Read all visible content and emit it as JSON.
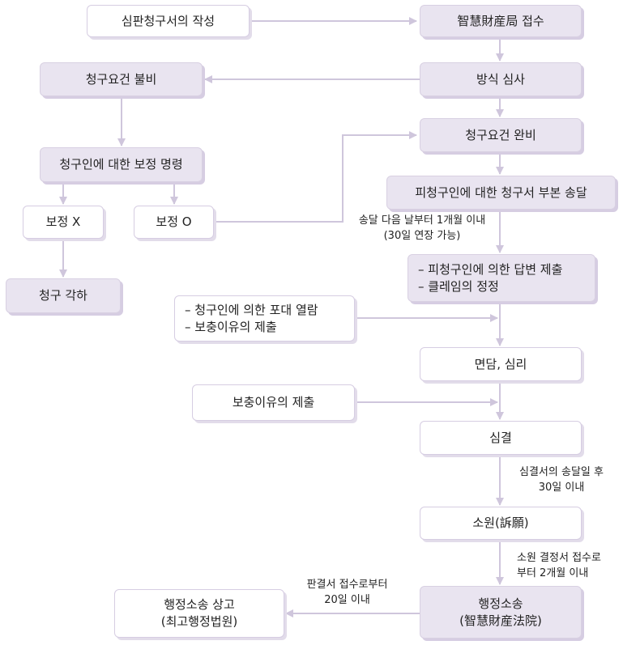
{
  "colors": {
    "box_fill": "#e9e4f0",
    "box_border": "#d6cde2",
    "arrow": "#cfc6dc",
    "text": "#222222"
  },
  "boxes": {
    "petition_writing": "심판청구서의 작성",
    "ipo_receipt": "智慧財産局 접수",
    "formality_exam": "방식 심사",
    "requirements_incomplete": "청구요건 불비",
    "requirements_complete": "청구요건 완비",
    "correction_order": "청구인에 대한 보정 명령",
    "copy_service": "피청구인에 대한 청구서 부본 송달",
    "correction_no": "보정 X",
    "correction_yes": "보정 O",
    "dismissal": "청구 각하",
    "respondent_submission": [
      "– 피청구인에 의한 답변 제출",
      "– 클레임의 정정"
    ],
    "petitioner_submission": [
      "– 청구인에 의한 포대 열람",
      "– 보충이유의 제출"
    ],
    "hearing": "면담, 심리",
    "supplement_reasons": "보충이유의 제출",
    "decision": "심결",
    "appeal": "소원(訴願)",
    "admin_appeal": [
      "행정소송 상고",
      "(최고행정법원)"
    ],
    "admin_litigation": [
      "행정소송",
      "(智慧財産法院)"
    ]
  },
  "notes": {
    "after_service": [
      "송달 다음 날부터 1개월 이내",
      "(30일 연장 가능)"
    ],
    "after_decision": [
      "심결서의 송달일 후",
      "30일 이내"
    ],
    "after_appeal": [
      "소원 결정서 접수로",
      "부터 2개월 이내"
    ],
    "after_judgment": [
      "판결서 접수로부터",
      "20일 이내"
    ]
  }
}
